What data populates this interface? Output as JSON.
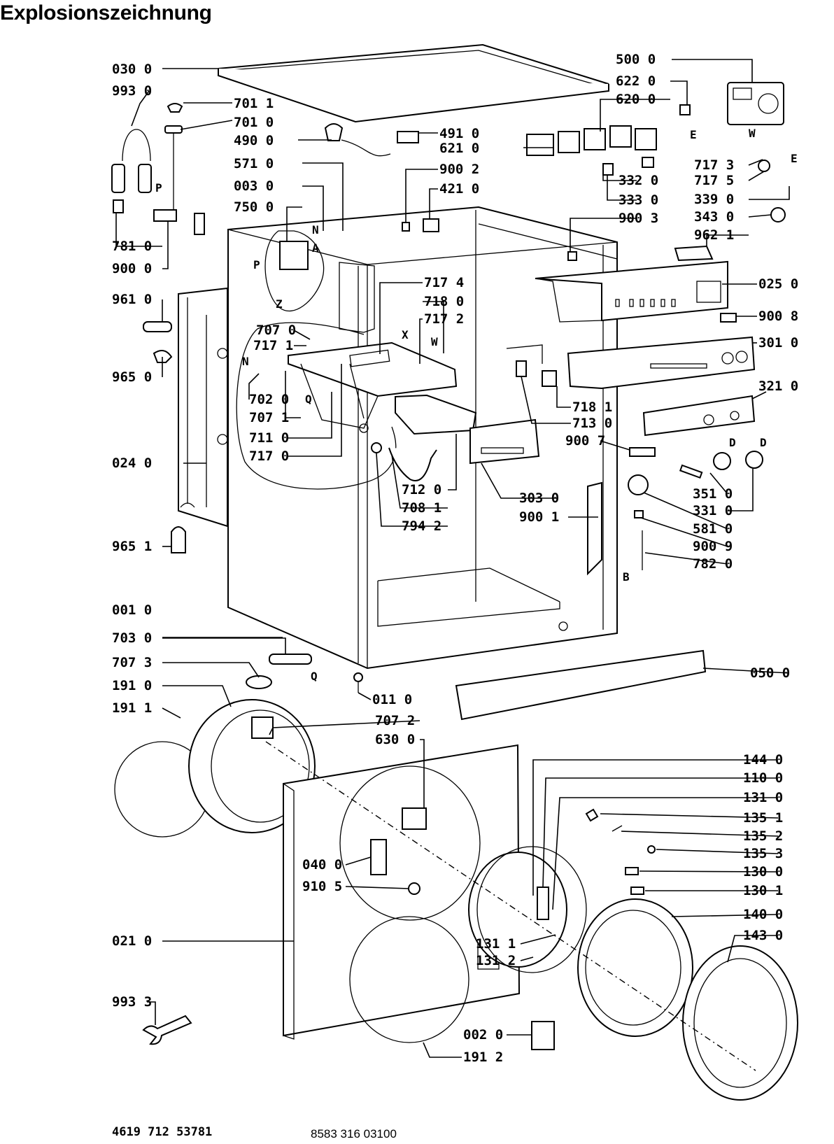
{
  "title": "Explosionszeichnung",
  "footer": {
    "reference_left": "4619 712 53781",
    "reference_right": "8583 316 03100"
  },
  "labels": {
    "l030_0": "030 0",
    "l993_0": "993 0",
    "l701_1": "701 1",
    "l701_0": "701 0",
    "l490_0": "490 0",
    "l491_0": "491 0",
    "l621_0": "621 0",
    "l500_0": "500 0",
    "l622_0": "622 0",
    "l620_0": "620 0",
    "l571_0": "571 0",
    "l003_0": "003 0",
    "l750_0": "750 0",
    "l900_2": "900 2",
    "l421_0": "421 0",
    "l332_0": "332 0",
    "l333_0": "333 0",
    "l900_3": "900 3",
    "l717_3": "717 3",
    "l717_5": "717 5",
    "l339_0": "339 0",
    "l343_0": "343 0",
    "l962_1": "962 1",
    "l781_0": "781 0",
    "l900_0": "900 0",
    "l961_0": "961 0",
    "l965_0": "965 0",
    "l717_4": "717 4",
    "l718_0": "718 0",
    "l717_2": "717 2",
    "l707_0": "707 0",
    "l717_1": "717 1",
    "l702_0": "702 0",
    "l707_1": "707 1",
    "l711_0": "711 0",
    "l717_0": "717 0",
    "l025_0": "025 0",
    "l900_8": "900 8",
    "l301_0": "301 0",
    "l321_0": "321 0",
    "l718_1": "718 1",
    "l713_0": "713 0",
    "l900_7": "900 7",
    "l024_0": "024 0",
    "l712_0": "712 0",
    "l708_1": "708 1",
    "l794_2": "794 2",
    "l303_0": "303 0",
    "l900_1": "900 1",
    "l351_0": "351 0",
    "l331_0": "331 0",
    "l581_0": "581 0",
    "l900_9": "900 9",
    "l782_0": "782 0",
    "l965_1": "965 1",
    "l001_0": "001 0",
    "l703_0": "703 0",
    "l707_3": "707 3",
    "l191_0": "191 0",
    "l191_1": "191 1",
    "l050_0": "050 0",
    "l011_0": "011 0",
    "l707_2": "707 2",
    "l630_0": "630 0",
    "l144_0": "144 0",
    "l110_0": "110 0",
    "l131_0": "131 0",
    "l135_1": "135 1",
    "l135_2": "135 2",
    "l135_3": "135 3",
    "l130_0": "130 0",
    "l130_1": "130 1",
    "l040_0": "040 0",
    "l910_5": "910 5",
    "l140_0": "140 0",
    "l021_0": "021 0",
    "l131_1": "131 1",
    "l131_2": "131 2",
    "l143_0": "143 0",
    "l993_3": "993 3",
    "l002_0": "002 0",
    "l191_2": "191 2"
  },
  "markers": {
    "p1": "P",
    "p2": "P",
    "n1": "N",
    "n2": "N",
    "a": "A",
    "z": "Z",
    "x": "X",
    "w1": "W",
    "w2": "W",
    "e1": "E",
    "e2": "E",
    "d1": "D",
    "d2": "D",
    "b": "B",
    "q1": "Q",
    "q2": "Q"
  }
}
